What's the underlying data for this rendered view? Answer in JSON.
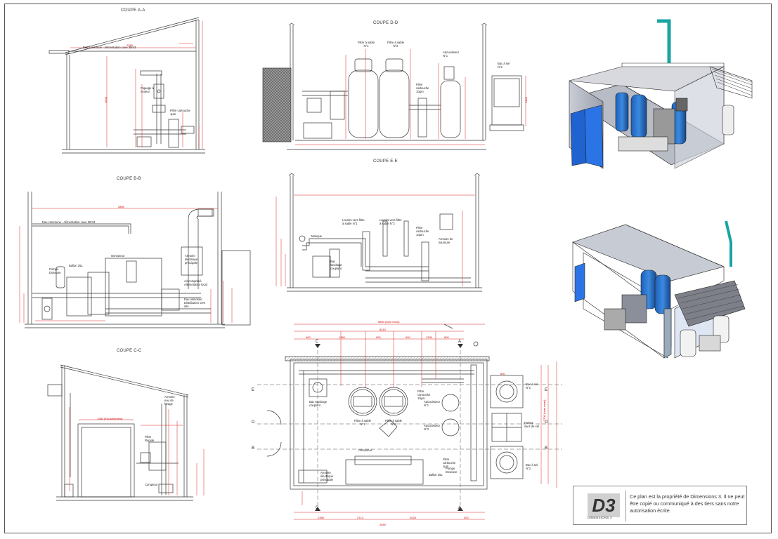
{
  "sheet": {
    "section_titles": {
      "aa": "COUPE A-A",
      "bb": "COUPE B-B",
      "cc": "COUPE C-C",
      "dd": "COUPE D-D",
      "ee": "COUPE E-E"
    },
    "labels": {
      "eau_comm_aa": "Eau commune - Alimentation cuve 30m3",
      "eau_comm_bb": "Eau commune - Alimentation cuve 30m3",
      "piquage": "Piquage à moteur",
      "filtre_cartouche": "Filtre cartouche 1µm",
      "pompe_doseuse": "Pompe Doseuse",
      "ballon": "Ballon 25L",
      "osmoseur": "Osmoseur",
      "armoire_elec": "Armoire électrique principale",
      "air_comprime": "Air comprimé Alimentation local",
      "eau_osmosee": "Eau osmosée Distribution vers site",
      "filtre_sable_1": "Filtre à sable N°1",
      "filtre_sable_2": "Filtre à sable N°2",
      "filtre_cartouche_d": "Filtre cartouche 10µm",
      "adoucisseur": "Adoucisseur N°1",
      "bac_sel": "Bac à sel N°1",
      "manque_bb": "Manque",
      "lavage_vers_1": "Lavoirs vers filtre à sable N°1",
      "lavage_vers_2": "Lavoirs vers filtre à sable N°2",
      "filtre_cartouche_e": "Filtre cartouche 10µm",
      "bac_stockage_e": "Bac stockage couplant",
      "armoire_saumure": "Armoire de saumure",
      "armoire_eau_forage": "Armoire eau de forage",
      "filtre_rapide": "Filtre Rapide",
      "compteur": "Compteur",
      "plan_bac_stockage": "Bac stockage couplant",
      "plan_filtre_sable_1": "Filtre à sable N°1",
      "plan_filtre_sable_2": "Filtre à sable N°2",
      "plan_filtre_cartouche": "Filtre cartouche 10µm",
      "plan_adoucisseur_1": "Adoucisseur N°1",
      "plan_adoucisseur_2": "Adoucisseur N°2",
      "plan_osmoseur": "Osmoseur",
      "plan_armoire": "Armoire électrique principale",
      "plan_filtre_cart_1um": "Filtre cartouche 1µm",
      "plan_pompe_doseuse": "Pompe Doseuse",
      "plan_ballon": "Ballon 25L",
      "plan_bac_sel_1": "Bac à sel N°1",
      "plan_bac_sel_2": "Bac à sel N°2",
      "plan_palette": "Palette sacs de sel",
      "marker_a": "A",
      "marker_c": "C",
      "marker_d": "D",
      "marker_e": "E",
      "marker_b": "B"
    },
    "dims": {
      "aa_width": "2350",
      "aa_height": "2600",
      "bb_width": "2800",
      "dd_height": "2400",
      "plan_total": "5800 (hors murs)",
      "plan_inner": "5410",
      "plan_depth": "2550",
      "plan_d1": "400",
      "plan_d2": "1350",
      "plan_d3": "900",
      "plan_d4": "900",
      "plan_d5": "1200",
      "plan_d6": "600",
      "plan_b1": "2350",
      "plan_b2": "2713",
      "plan_b3": "2020",
      "plan_b4": "300",
      "plan_side": "2700 (hors murs)",
      "bacsel_w": "800",
      "cc_door": "1380 (Encadrement)"
    },
    "cartouche": {
      "notice": "Ce plan est la propriété de Dimensions 3. Il ne peut être copié ou communiqué à des tiers sans notre autorisation écrite.",
      "logo_caption": "DIMENSIONS 3",
      "logo_text": "D3"
    }
  }
}
